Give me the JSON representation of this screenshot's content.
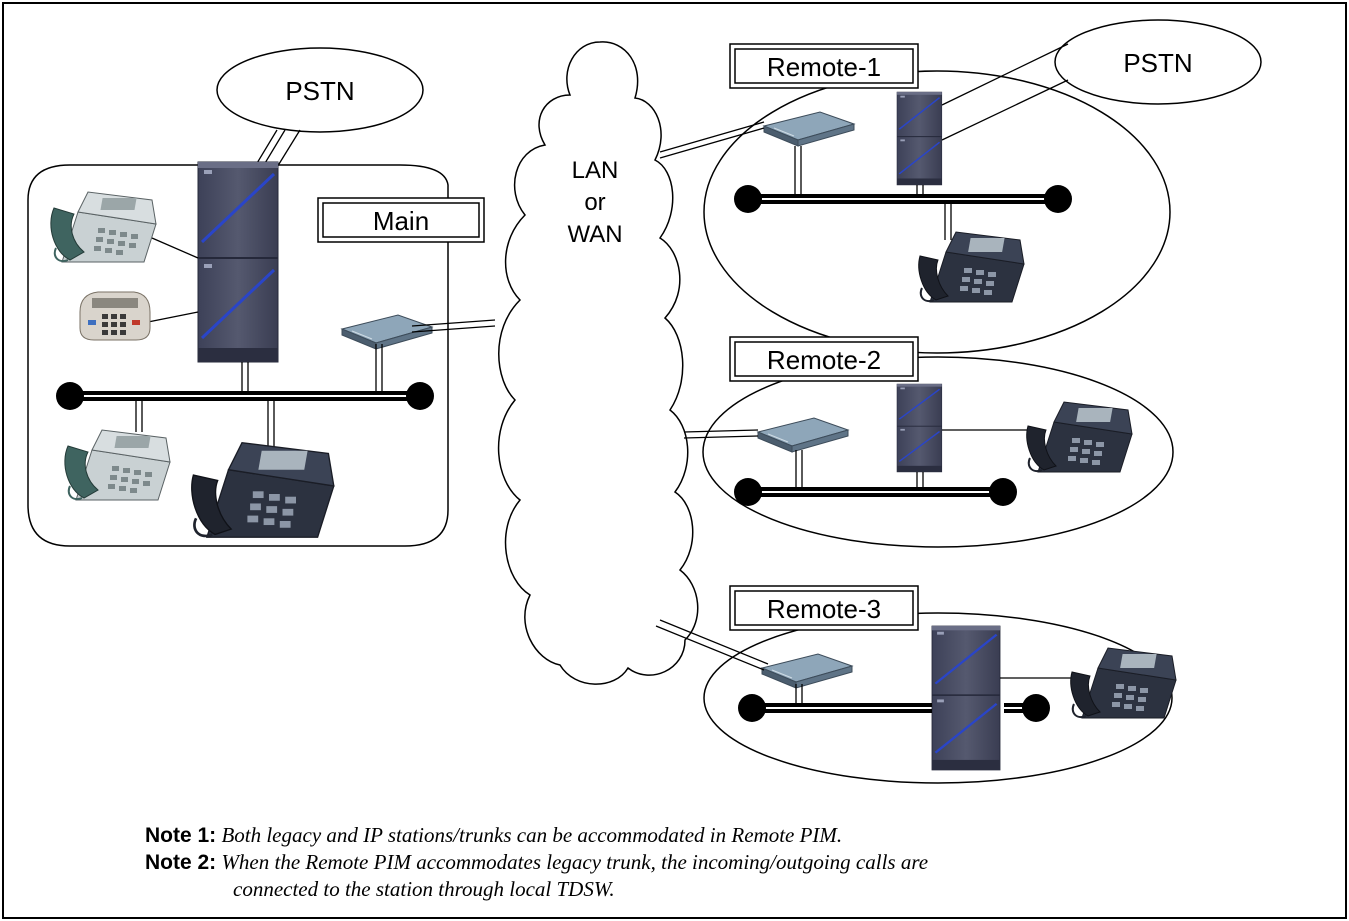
{
  "labels": {
    "pstn_main": "PSTN",
    "pstn_remote1": "PSTN",
    "network": [
      "LAN",
      "or",
      "WAN"
    ],
    "main": "Main",
    "remote1": "Remote-1",
    "remote2": "Remote-2",
    "remote3": "Remote-3"
  },
  "notes": {
    "note1_key": "Note 1:",
    "note1_text": "Both legacy and IP stations/trunks can be accommodated in Remote PIM.",
    "note2_key": "Note 2:",
    "note2_text": "When the Remote PIM accommodates legacy trunk, the incoming/outgoing calls are",
    "note2_cont": "connected to the station through local TDSW."
  },
  "colors": {
    "cabinet": "#4a4e66",
    "cabinet_dark": "#2f3246",
    "stripe": "#2a45c8",
    "phone_teal": "#3f6460",
    "phone_dark": "#2c3240",
    "router": "#5a6f82",
    "line": "#000000"
  }
}
